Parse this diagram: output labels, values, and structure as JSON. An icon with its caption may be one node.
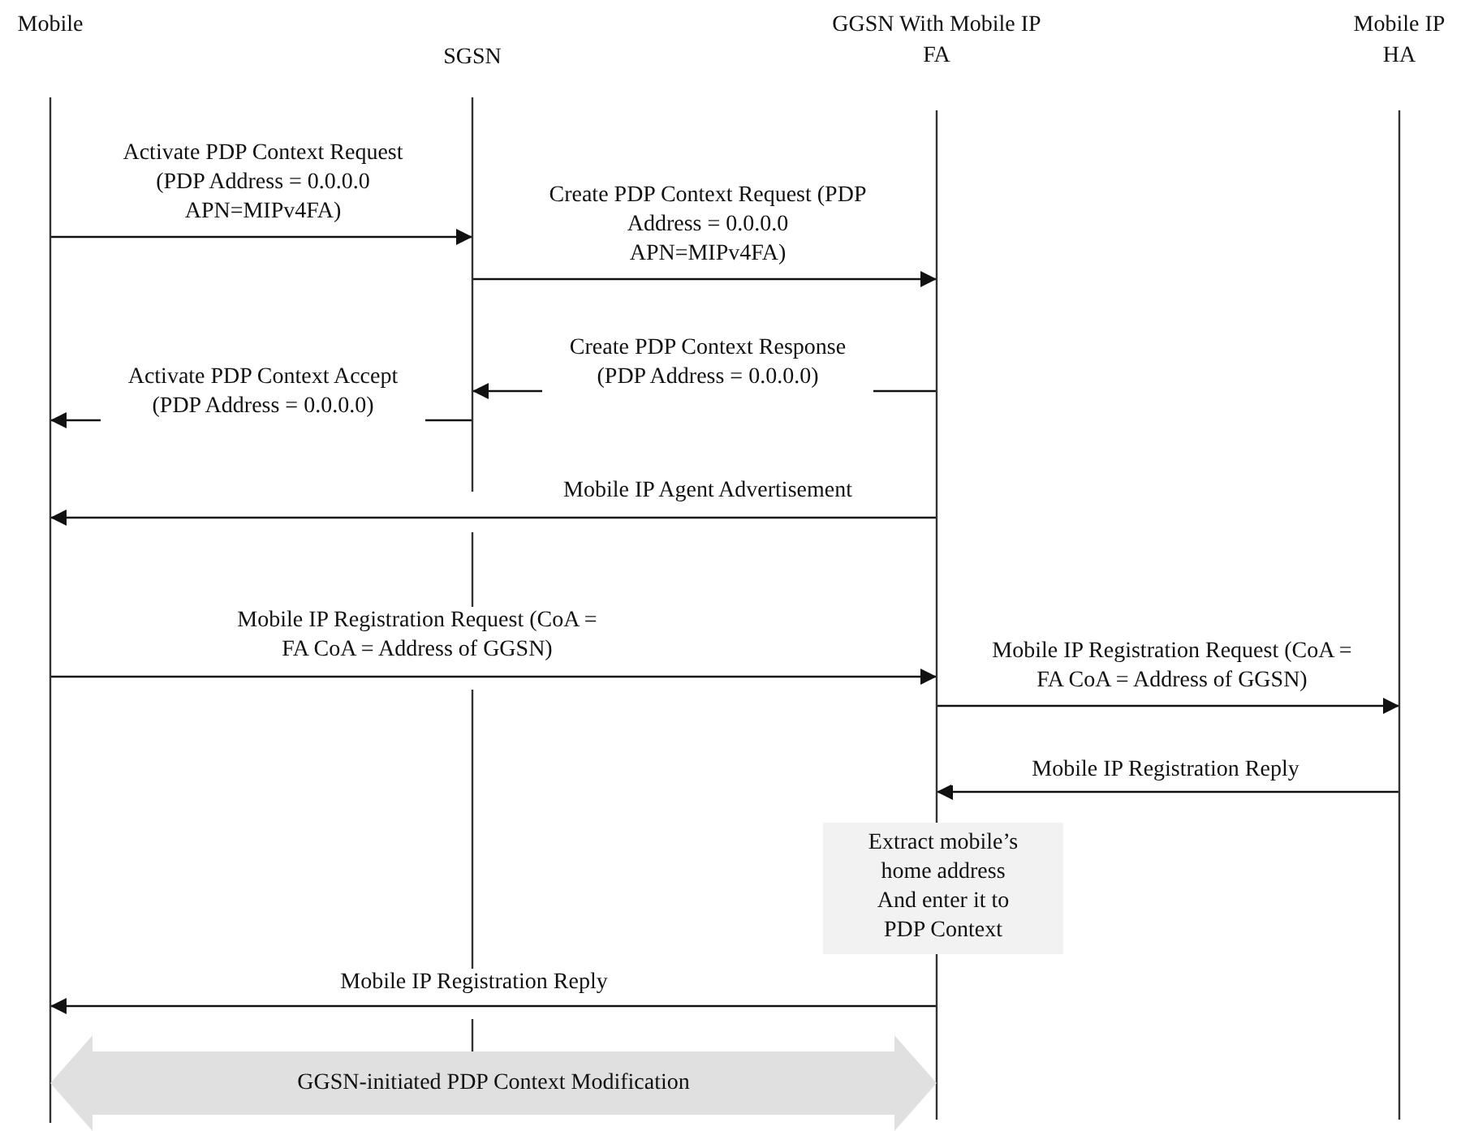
{
  "diagram": {
    "nodes": [
      {
        "text": [
          "Mobile"
        ]
      },
      {
        "text": [
          "SGSN"
        ]
      },
      {
        "text": [
          "GGSN With Mobile IP FA"
        ]
      },
      {
        "text": [
          "Mobile IP HA"
        ]
      },
      {
        "text": [
          "Extract mobile’s home address And enter it to PDP Context"
        ]
      },
      {
        "text": [
          "GGSN-initiated PDP Context Modification"
        ]
      }
    ],
    "edges": [
      {
        "from": 0,
        "to": 1,
        "arrow": "to",
        "label": "Activate PDP Context Request (PDP Address = 0.0.0.0 APN=MIPv4FA)"
      },
      {
        "from": 1,
        "to": 2,
        "arrow": "to",
        "label": "Create PDP Context Request (PDP Address = 0.0.0.0 APN=MIPv4FA)"
      },
      {
        "from": 2,
        "to": 1,
        "arrow": "to",
        "label": "Create PDP Context Response (PDP Address = 0.0.0.0)"
      },
      {
        "from": 1,
        "to": 0,
        "arrow": "to",
        "label": "Activate PDP Context Accept (PDP Address = 0.0.0.0)"
      },
      {
        "from": 2,
        "to": 0,
        "arrow": "to",
        "label": "Mobile IP Agent Advertisement"
      },
      {
        "from": 0,
        "to": 2,
        "arrow": "to",
        "label": "Mobile IP Registration Request (CoA = FA CoA = Address of GGSN)"
      },
      {
        "from": 2,
        "to": 3,
        "arrow": "to",
        "label": "Mobile IP Registration Request (CoA = FA CoA = Address of GGSN)"
      },
      {
        "from": 3,
        "to": 2,
        "arrow": "to",
        "label": "Mobile IP Registration Reply"
      },
      {
        "from": 2,
        "to": 0,
        "arrow": "to",
        "label": "Mobile IP Registration Reply"
      }
    ]
  }
}
